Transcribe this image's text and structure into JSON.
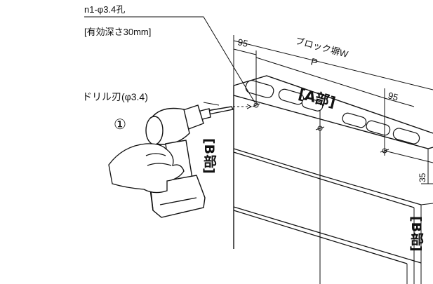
{
  "labels": {
    "hole_spec": "n1-φ3.4孔",
    "effective_depth": "[有効深さ30mm]",
    "drill_bit": "ドリル刃(φ3.4)",
    "step_number": "①",
    "block_width": "ブロック塀W",
    "pitch": "P",
    "dim_left": "95",
    "dim_right": "95",
    "dim_vertical": "35",
    "part_a": "[A部]",
    "part_b_left": "[B部]",
    "part_b_right": "[B部]"
  },
  "colors": {
    "line": "#111111",
    "background": "#ffffff"
  },
  "icons": [
    "power-drill-icon",
    "hand-icon"
  ]
}
